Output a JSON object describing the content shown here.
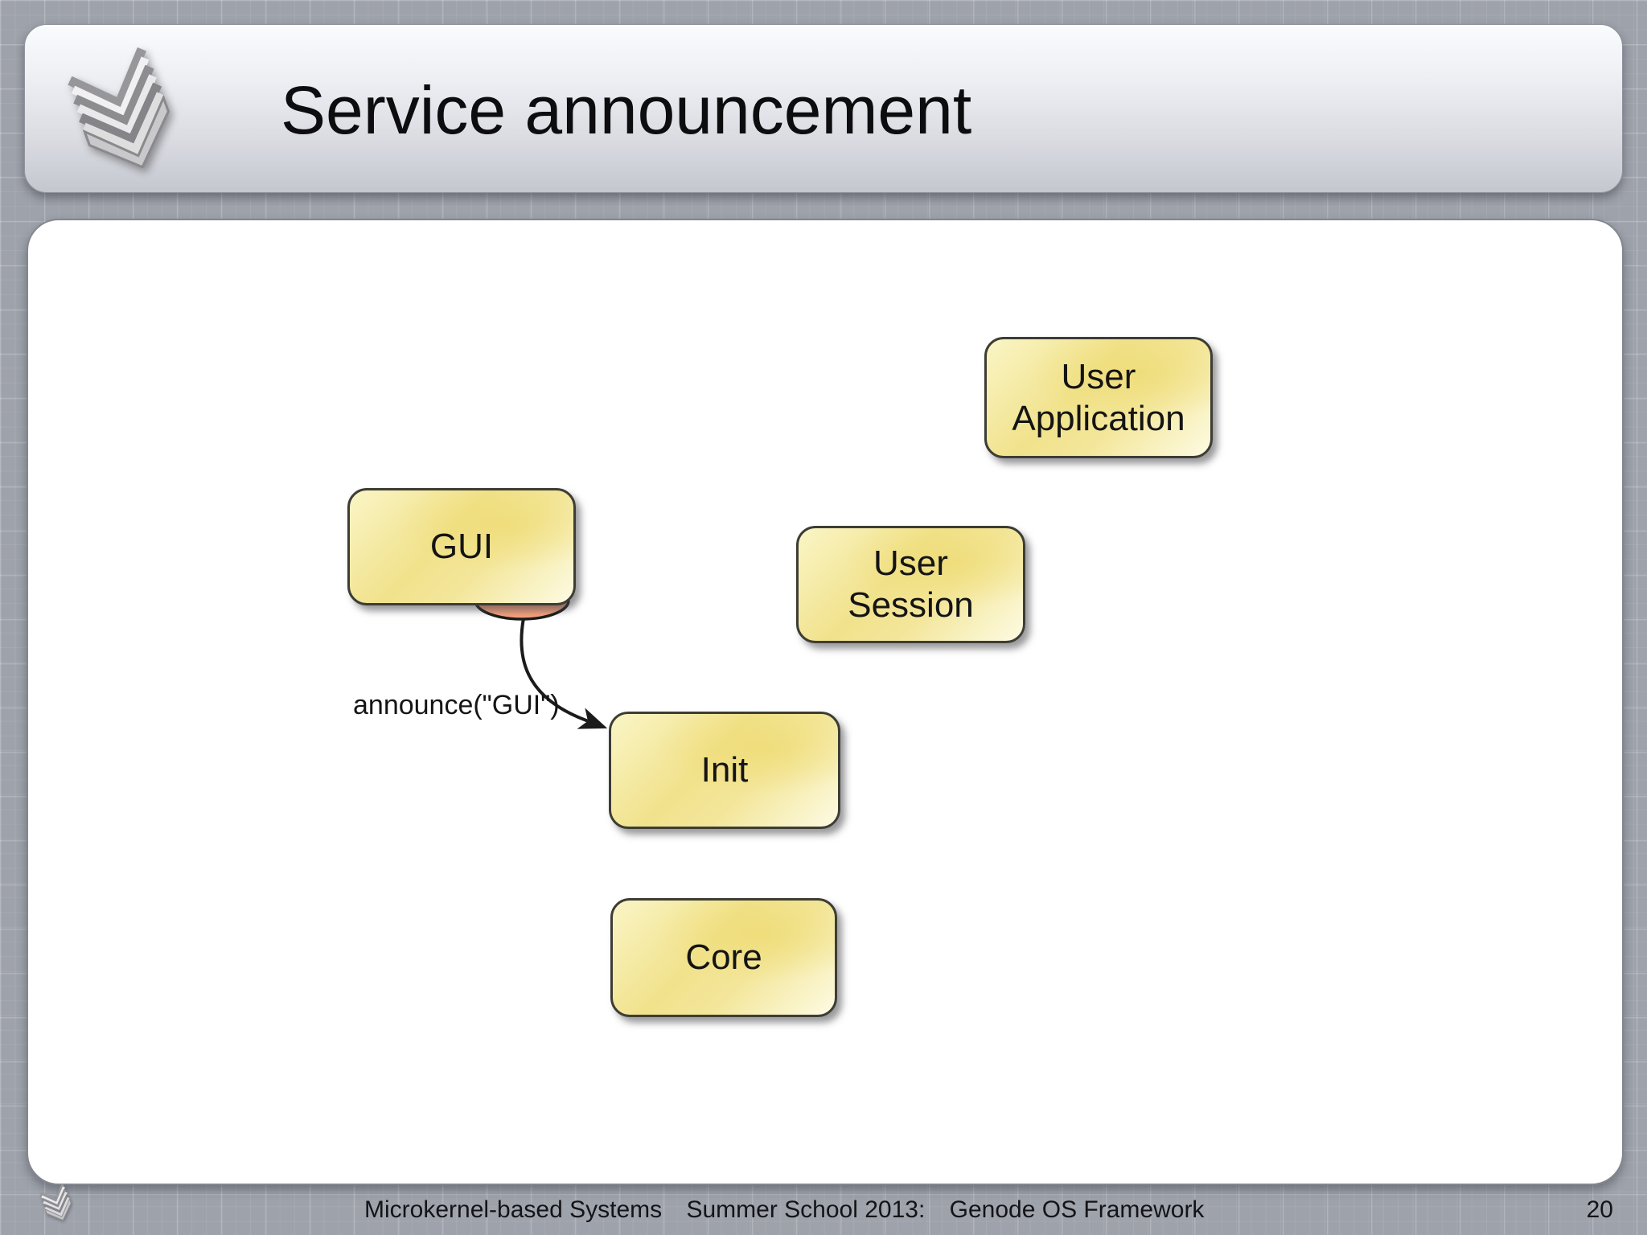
{
  "slide": {
    "title": "Service announcement",
    "page_number": "20",
    "footer": {
      "course": "Microkernel-based Systems",
      "event": "Summer School 2013:",
      "topic": "Genode OS Framework"
    }
  },
  "diagram": {
    "nodes": [
      {
        "id": "user-application",
        "label": "User\nApplication"
      },
      {
        "id": "gui",
        "label": "GUI"
      },
      {
        "id": "user-session",
        "label": "User\nSession"
      },
      {
        "id": "init",
        "label": "Init"
      },
      {
        "id": "core",
        "label": "Core"
      }
    ],
    "annotation": "announce(\"GUI\")",
    "connector": {
      "from": "gui",
      "to": "init",
      "style": "curved-arrow"
    },
    "service_marker": {
      "attached_to": "gui",
      "shape": "ellipse",
      "fill": "#F8A37E"
    }
  },
  "colors": {
    "background": "#9EA2AB",
    "panel": "#FFFFFF",
    "node_yellow": "#F1E28C",
    "node_border": "#3D3D35",
    "marker_salmon": "#F8A37E",
    "text": "#141414"
  }
}
